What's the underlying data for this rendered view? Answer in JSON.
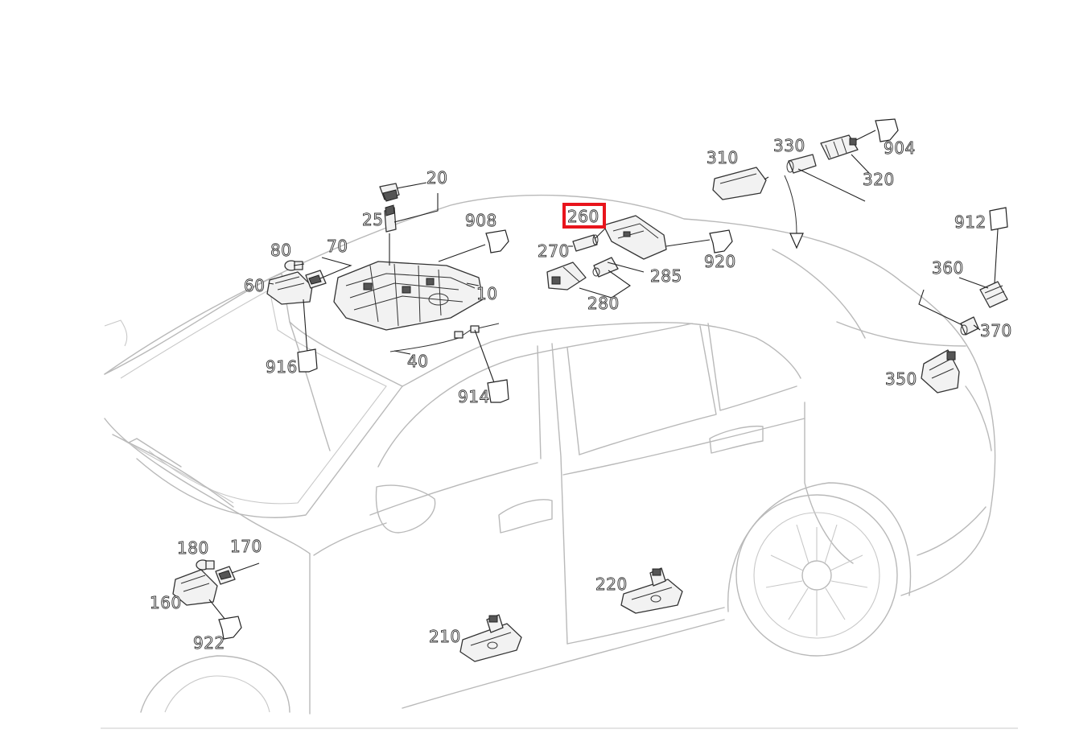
{
  "labels": {
    "p10": "10",
    "p20": "20",
    "p25": "25",
    "p40": "40",
    "p60": "60",
    "p70": "70",
    "p80": "80",
    "p160": "160",
    "p170": "170",
    "p180": "180",
    "p210": "210",
    "p220": "220",
    "p260": "260",
    "p270": "270",
    "p280": "280",
    "p285": "285",
    "p310": "310",
    "p320": "320",
    "p330": "330",
    "p350": "350",
    "p360": "360",
    "p370": "370",
    "p904": "904",
    "p908": "908",
    "p912": "912",
    "p914": "914",
    "p916": "916",
    "p920": "920",
    "p922": "922"
  },
  "highlight": {
    "label": "260",
    "color": "#e8141c"
  }
}
